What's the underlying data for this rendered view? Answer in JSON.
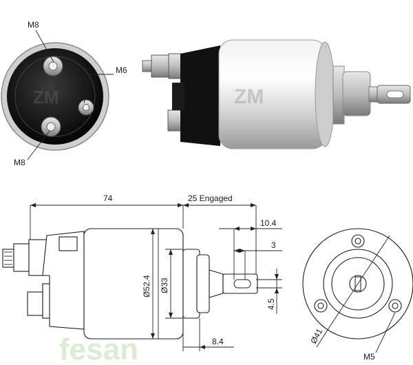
{
  "photo_front": {
    "terminal_top": "M8",
    "terminal_side": "M6",
    "terminal_bottom": "M8"
  },
  "drawing_side": {
    "length": "74",
    "engaged_label": "25 Engaged",
    "plunger_offset": "10.4",
    "slot_offset": "3",
    "body_diameter": "Ø52.4",
    "flange_diameter": "Ø33",
    "slot_width": "4.5",
    "nose_length": "8.4"
  },
  "drawing_end": {
    "bolt_circle": "Ø41",
    "thread": "M5"
  },
  "watermark": "fesan",
  "colors": {
    "line": "#1a1a1a",
    "body_dark": "#222222",
    "body_silver": "#d9d9d9",
    "watermark": "#cfe6c6"
  }
}
